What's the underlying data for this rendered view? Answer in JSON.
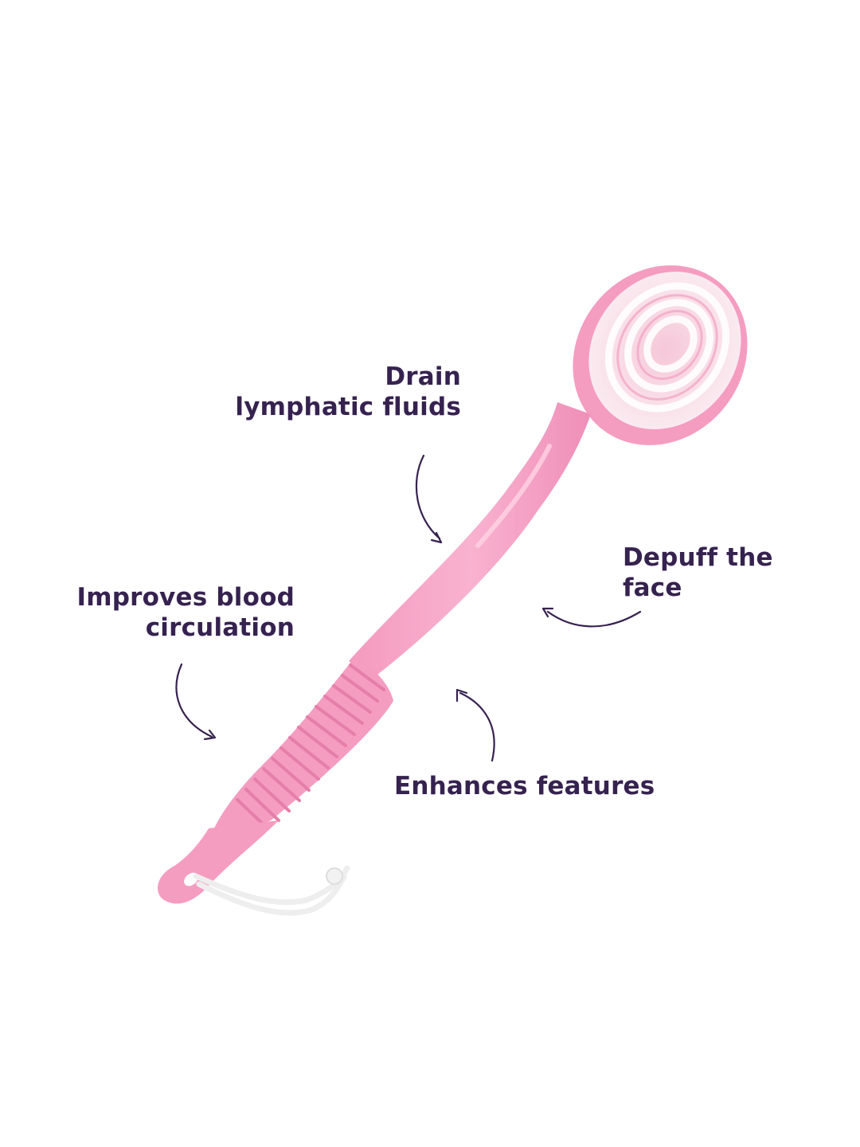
{
  "callouts": {
    "drain": {
      "line1": "Drain",
      "line2": "lymphatic fluids"
    },
    "depuff": {
      "line1": "Depuff the",
      "line2": "face"
    },
    "blood": {
      "line1": "Improves blood",
      "line2": "circulation"
    },
    "enhances": {
      "line1": "Enhances features"
    }
  },
  "colors": {
    "text": "#36224f",
    "brush_pink": "#f7a3c6",
    "bristles": "#fbeef3",
    "cord": "#f4f4f4",
    "background": "#ffffff"
  }
}
